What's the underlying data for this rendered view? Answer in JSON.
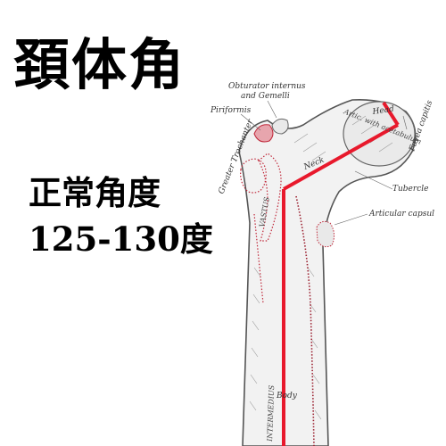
{
  "title": "頚体角",
  "normal_label": "正常角度",
  "range_label": "125-130度",
  "anatomy_labels": {
    "obturator_line1": "Obturator internus",
    "obturator_line2": "and Gemelli",
    "piriformis": "Piriformis",
    "greater_trochanter": "Greater Trochanter",
    "head": "Head",
    "fovea": "Fovea capitis",
    "neck": "Neck",
    "artic": "Artic. with acetabulum",
    "tubercle": "Tubercle",
    "articular_capsule": "Articular capsul",
    "vastus": "VASTUS",
    "intermedius": "INTERMEDIUS",
    "body": "Body"
  },
  "colors": {
    "angle_lines": "#e8192c",
    "bone_outline": "#555555",
    "muscle_dots": "#c0283a"
  }
}
